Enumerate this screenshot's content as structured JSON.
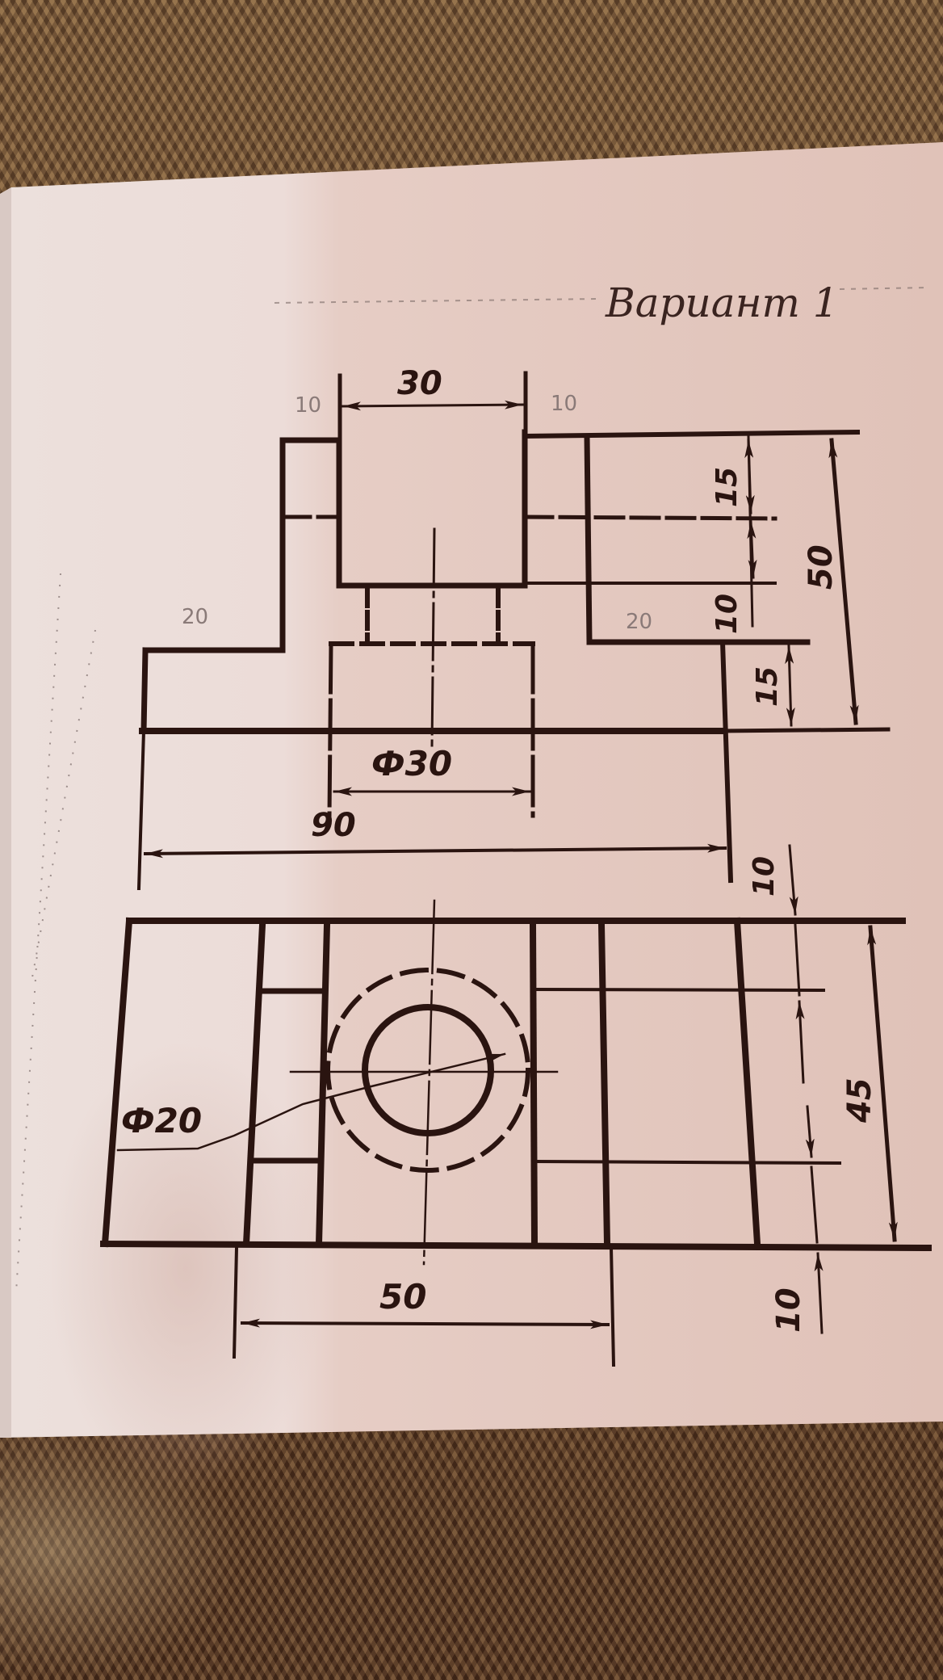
{
  "document": {
    "title": "Вариант 1",
    "type": "engineering drawing — two orthographic views (front and top)"
  },
  "colors": {
    "ink": "#2a1410",
    "paper_light": "#ecdcd6",
    "paper_warm": "#e3c6bd",
    "fabric": "#6b4a30",
    "pencil": "#8a7a78"
  },
  "front_view": {
    "dimensions": {
      "top_width": "30",
      "height_upper_step": "15",
      "height_mid_step": "10",
      "height_base": "15",
      "total_height": "50",
      "bore_diameter": "Ф30",
      "total_width": "90"
    },
    "pencil_notes": [
      "20",
      "20",
      "10",
      "10"
    ]
  },
  "top_view": {
    "dimensions": {
      "hole_diameter": "Ф20",
      "slot_width": "50",
      "depth_total": "45",
      "top_offset": "10",
      "bottom_offset": "10"
    }
  }
}
